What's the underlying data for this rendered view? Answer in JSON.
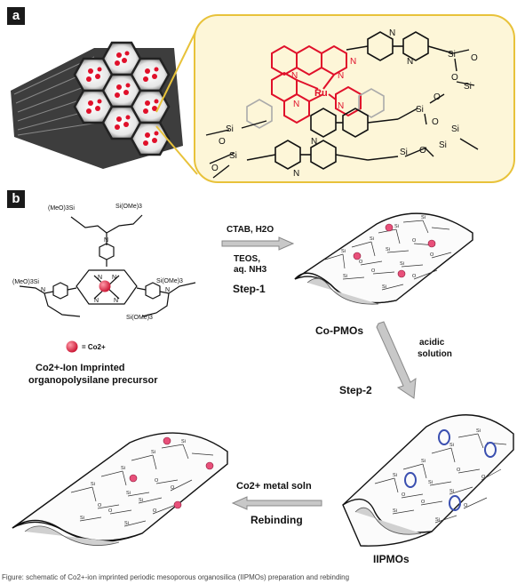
{
  "panel_a": {
    "label": "a"
  },
  "panel_b": {
    "label": "b",
    "precursor": {
      "groups": [
        "(MeO)3Si",
        "Si(OMe)3",
        "(MeO)3Si",
        "Si(OMe)3",
        "Si(OMe)3"
      ],
      "legend": "= Co2+",
      "caption_line1": "Co2+-Ion Imprinted",
      "caption_line2": "organopolysilane precursor"
    },
    "step1": {
      "reagent1": "CTAB, H2O",
      "reagent2": "TEOS,",
      "reagent3": "aq. NH3",
      "name": "Step-1"
    },
    "copmos_label": "Co-PMOs",
    "step2": {
      "reagent1": "acidic",
      "reagent2": "solution",
      "name": "Step-2"
    },
    "iipmos_label": "IIPMOs",
    "rebind": {
      "reagent": "Co2+ metal soln",
      "name": "Rebinding"
    }
  },
  "caption": "Figure: schematic of Co2+-ion imprinted periodic mesoporous organosilica (IIPMOs) preparation and rebinding",
  "colors": {
    "ruthenium": "#e0102a",
    "frame": "#e8c23a",
    "cobalt": "#e8507a",
    "cavity": "#3a4fb0"
  }
}
